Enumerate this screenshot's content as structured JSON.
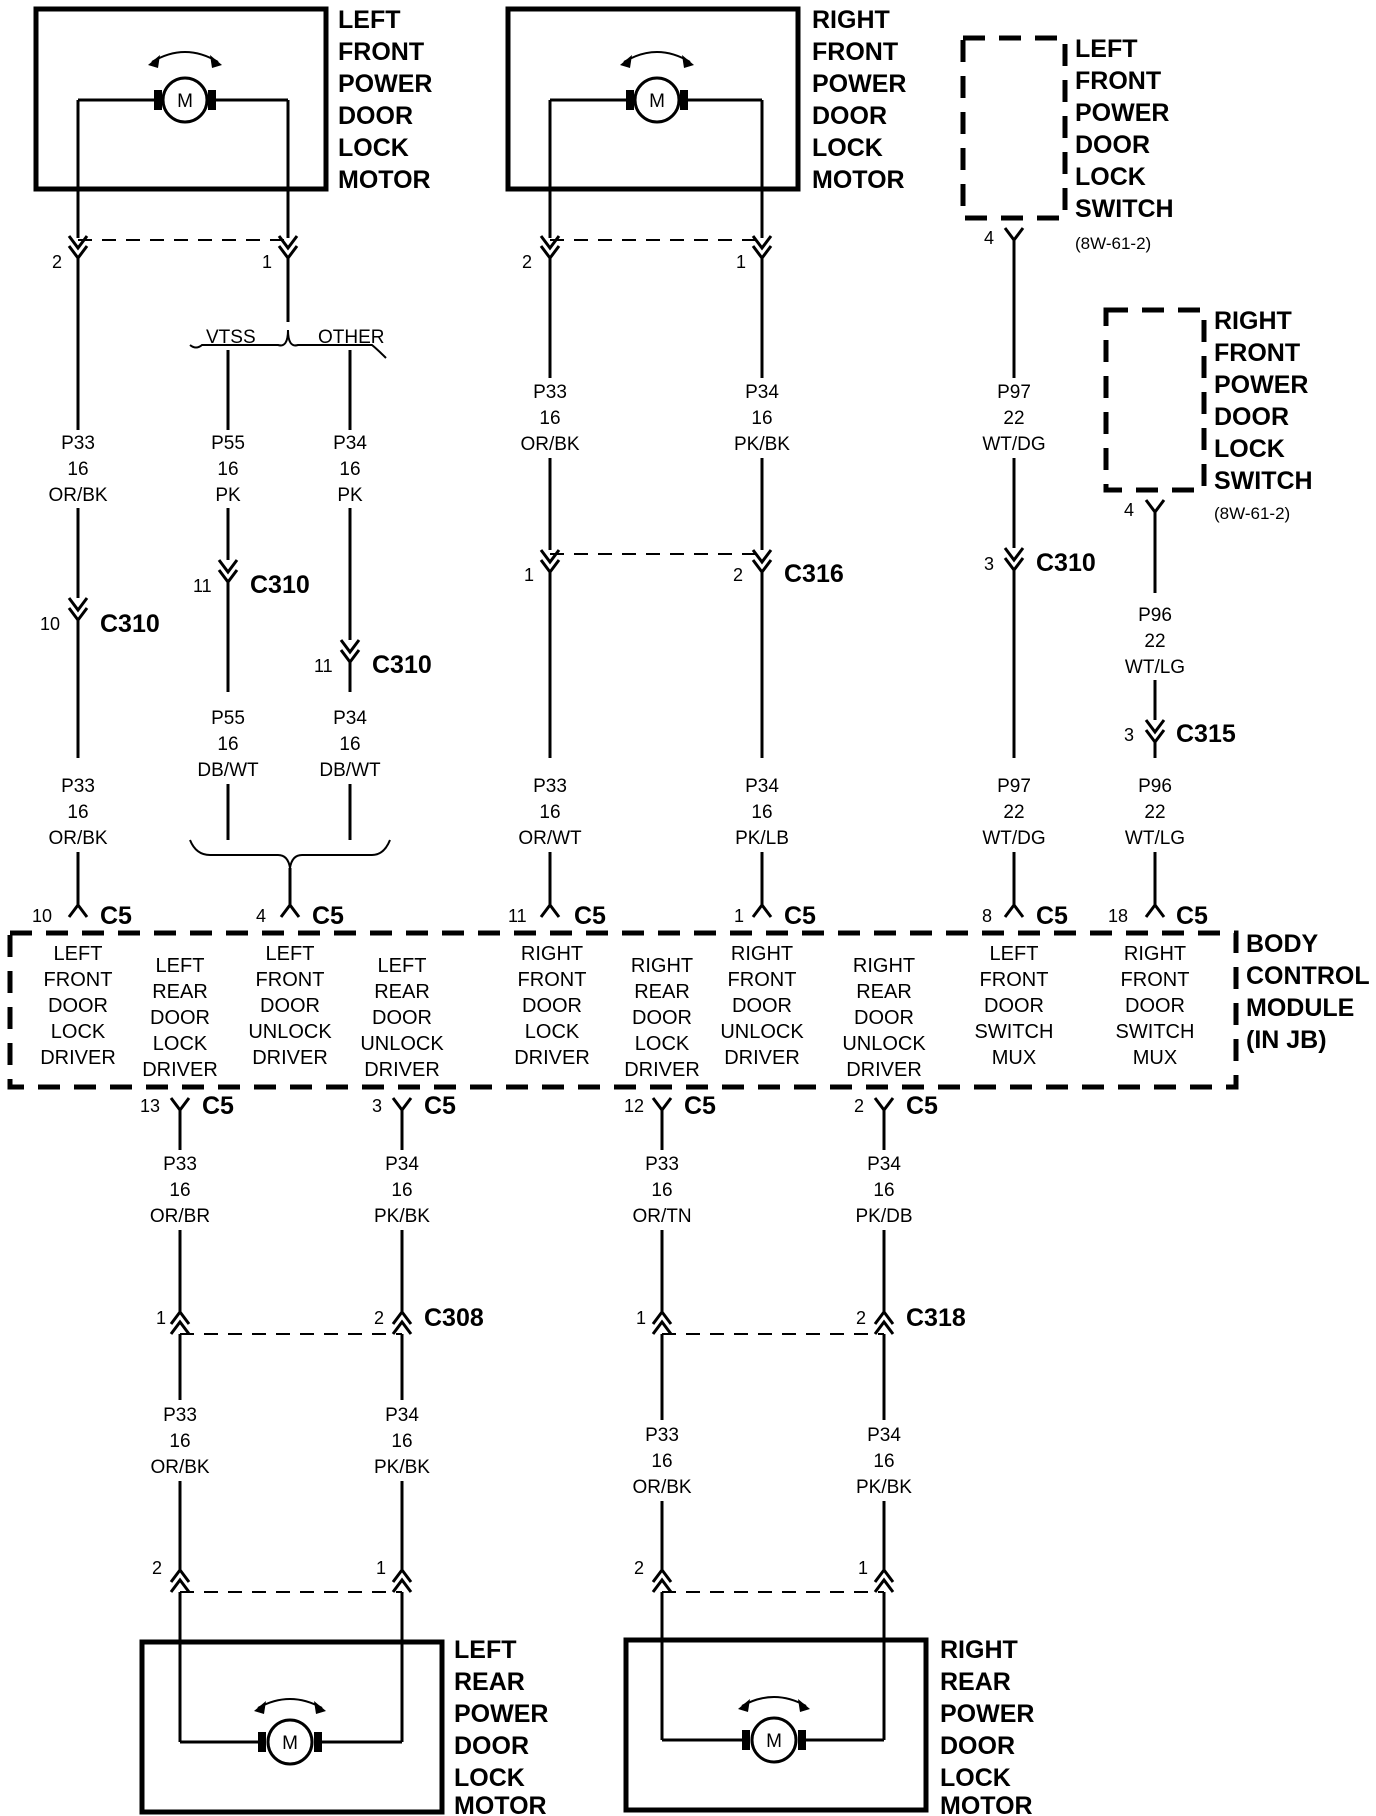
{
  "components": {
    "lf_motor": [
      "LEFT",
      "FRONT",
      "POWER",
      "DOOR",
      "LOCK",
      "MOTOR"
    ],
    "rf_motor": [
      "RIGHT",
      "FRONT",
      "POWER",
      "DOOR",
      "LOCK",
      "MOTOR"
    ],
    "lf_switch": [
      "LEFT",
      "FRONT",
      "POWER",
      "DOOR",
      "LOCK",
      "SWITCH"
    ],
    "lf_switch_ref": "(8W-61-2)",
    "rf_switch": [
      "RIGHT",
      "FRONT",
      "POWER",
      "DOOR",
      "LOCK",
      "SWITCH"
    ],
    "rf_switch_ref": "(8W-61-2)",
    "lr_motor": [
      "LEFT",
      "REAR",
      "POWER",
      "DOOR",
      "LOCK",
      "MOTOR"
    ],
    "rr_motor": [
      "RIGHT",
      "REAR",
      "POWER",
      "DOOR",
      "LOCK",
      "MOTOR"
    ],
    "motor_symbol": "M",
    "bcm": [
      "BODY",
      "CONTROL",
      "MODULE",
      "(IN JB)"
    ]
  },
  "branch": {
    "vtss": "VTSS",
    "other": "OTHER"
  },
  "wires": {
    "a": [
      "P33",
      "16",
      "OR/BK"
    ],
    "b": [
      "P55",
      "16",
      "PK"
    ],
    "c": [
      "P34",
      "16",
      "PK"
    ],
    "d": [
      "P55",
      "16",
      "DB/WT"
    ],
    "e": [
      "P34",
      "16",
      "DB/WT"
    ],
    "f": [
      "P33",
      "16",
      "OR/BK"
    ],
    "g": [
      "P33",
      "16",
      "OR/BK"
    ],
    "h": [
      "P34",
      "16",
      "PK/BK"
    ],
    "i": [
      "P33",
      "16",
      "OR/WT"
    ],
    "j": [
      "P34",
      "16",
      "PK/LB"
    ],
    "k": [
      "P97",
      "22",
      "WT/DG"
    ],
    "l": [
      "P97",
      "22",
      "WT/DG"
    ],
    "m": [
      "P96",
      "22",
      "WT/LG"
    ],
    "n": [
      "P96",
      "22",
      "WT/LG"
    ],
    "o": [
      "P33",
      "16",
      "OR/BR"
    ],
    "p": [
      "P34",
      "16",
      "PK/BK"
    ],
    "q": [
      "P33",
      "16",
      "OR/TN"
    ],
    "r": [
      "P34",
      "16",
      "PK/DB"
    ],
    "s": [
      "P33",
      "16",
      "OR/BK"
    ],
    "t": [
      "P34",
      "16",
      "PK/BK"
    ],
    "u": [
      "P33",
      "16",
      "OR/BK"
    ],
    "v": [
      "P34",
      "16",
      "PK/BK"
    ]
  },
  "bcm_functions": [
    [
      "LEFT",
      "FRONT",
      "DOOR",
      "LOCK",
      "DRIVER"
    ],
    [
      "LEFT",
      "REAR",
      "DOOR",
      "LOCK",
      "DRIVER"
    ],
    [
      "LEFT",
      "FRONT",
      "DOOR",
      "UNLOCK",
      "DRIVER"
    ],
    [
      "LEFT",
      "REAR",
      "DOOR",
      "UNLOCK",
      "DRIVER"
    ],
    [
      "RIGHT",
      "FRONT",
      "DOOR",
      "LOCK",
      "DRIVER"
    ],
    [
      "RIGHT",
      "REAR",
      "DOOR",
      "LOCK",
      "DRIVER"
    ],
    [
      "RIGHT",
      "FRONT",
      "DOOR",
      "UNLOCK",
      "DRIVER"
    ],
    [
      "RIGHT",
      "REAR",
      "DOOR",
      "UNLOCK",
      "DRIVER"
    ],
    [
      "LEFT",
      "FRONT",
      "DOOR",
      "SWITCH",
      "MUX"
    ],
    [
      "RIGHT",
      "FRONT",
      "DOOR",
      "SWITCH",
      "MUX"
    ]
  ],
  "connectors": {
    "c310": "C310",
    "c316": "C316",
    "c315": "C315",
    "c5": "C5",
    "c308": "C308",
    "c318": "C318"
  },
  "pins": {
    "lf_m2": "2",
    "lf_m1": "1",
    "rf_m2": "2",
    "rf_m1": "1",
    "lfs_4": "4",
    "rfs_4": "4",
    "c310_10": "10",
    "c310_11a": "11",
    "c310_11b": "11",
    "c310_3": "3",
    "c316_1": "1",
    "c316_2": "2",
    "c315_3": "3",
    "c5_10": "10",
    "c5_4": "4",
    "c5_11": "11",
    "c5_1": "1",
    "c5_8": "8",
    "c5_18": "18",
    "c5_13": "13",
    "c5_3": "3",
    "c5_12": "12",
    "c5_2": "2",
    "c308_1": "1",
    "c308_2": "2",
    "c318_1": "1",
    "c318_2": "2",
    "lr_2": "2",
    "lr_1": "1",
    "rr_2": "2",
    "rr_1": "1"
  }
}
